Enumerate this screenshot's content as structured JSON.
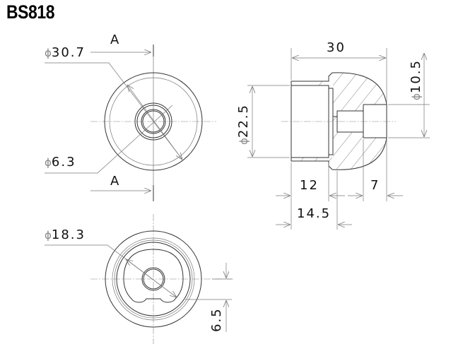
{
  "title": "BS818",
  "phi_symbol": "ϕ",
  "views": {
    "front": {
      "section_label_top": "A",
      "section_label_bottom": "A",
      "outer_diameter": "30.7",
      "hole_diameter": "6.3"
    },
    "side": {
      "overall_length": "30",
      "body_diameter": "22.5",
      "end_recess_diameter": "10.5",
      "body_length": "12",
      "recess_depth": "7",
      "step_length": "14.5"
    },
    "rear": {
      "cutout_diameter": "18.3",
      "flat_offset": "6.5"
    }
  }
}
